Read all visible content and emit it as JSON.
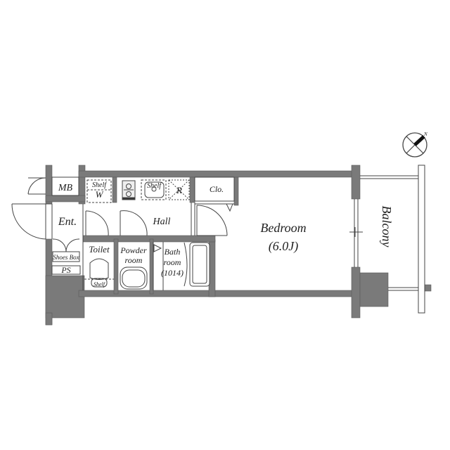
{
  "colors": {
    "wall": "#7a7a7a",
    "wall_stroke": "#555555",
    "line": "#444444",
    "background": "#ffffff",
    "dash": "#555555"
  },
  "compass": {
    "north_label": "N"
  },
  "rooms": {
    "mb": "MB",
    "entrance": "Ent.",
    "shoes_box": "Shoes Box",
    "ps": "PS",
    "shelf_w_shelf": "Shelf",
    "shelf_w_w": "W",
    "kitchen_shelf": "Shelf",
    "refrigerator": "R",
    "hall": "Hall",
    "closet": "Clo.",
    "toilet": "Toilet",
    "toilet_shelf": "Shelf",
    "powder_room_line1": "Powder",
    "powder_room_line2": "room",
    "bath_line1": "Bath",
    "bath_line2": "room",
    "bath_size": "(1014)",
    "bedroom": "Bedroom",
    "bedroom_size": "(6.0J)",
    "balcony": "Balcony"
  }
}
